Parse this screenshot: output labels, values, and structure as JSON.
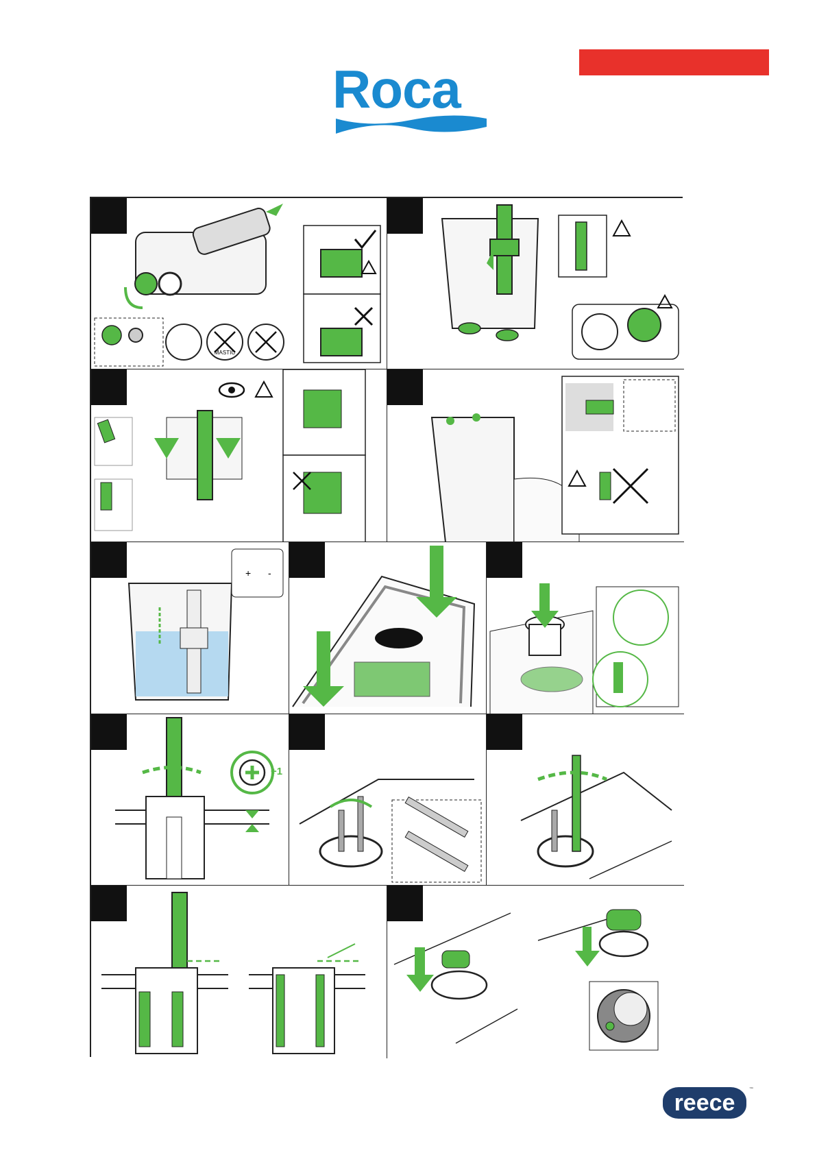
{
  "header": {
    "brand": "Roca",
    "brand_color": "#1a8ad0",
    "accent_bar_color": "#e8312b"
  },
  "footer": {
    "brand": "reece",
    "trademark": "™",
    "brand_color": "#1f3d6b"
  },
  "steps": [
    {
      "id": 1,
      "caption": "",
      "labels": [
        "MASTIC"
      ],
      "icons": [
        "valve-icon",
        "washer-icon",
        "check-icon",
        "warning-icon",
        "cross-icon",
        "muscle-icon",
        "no-mastic-icon",
        "no-wrench-icon"
      ]
    },
    {
      "id": 2,
      "caption": "",
      "labels": [],
      "icons": [
        "fill-valve-icon",
        "warning-icon",
        "wrench-icon",
        "rotate-icon"
      ]
    },
    {
      "id": 3,
      "caption": "",
      "labels": [],
      "icons": [
        "eye-icon",
        "warning-icon",
        "thumbs-up-icon",
        "cross-icon",
        "hands-icon"
      ]
    },
    {
      "id": 4,
      "caption": "",
      "labels": [],
      "icons": [
        "screw-icon",
        "wall-plug-icon",
        "warning-icon",
        "cross-icon"
      ]
    },
    {
      "id": 5,
      "caption": "",
      "labels": [
        "+",
        "-"
      ],
      "icons": [
        "float-adjust-icon",
        "water-level-icon"
      ]
    },
    {
      "id": 6,
      "caption": "",
      "labels": [],
      "icons": [
        "press-down-icon"
      ]
    },
    {
      "id": 7,
      "caption": "",
      "labels": [],
      "icons": [
        "push-button-socket-icon"
      ]
    },
    {
      "id": 8,
      "caption": "",
      "labels": [
        "+1"
      ],
      "icons": [
        "screwdriver-icon",
        "phillips-plus-icon",
        "gap-icon"
      ]
    },
    {
      "id": 9,
      "caption": "",
      "labels": [],
      "icons": [
        "threaded-rod-icon"
      ]
    },
    {
      "id": 10,
      "caption": "",
      "labels": [],
      "icons": [
        "screwdriver-icon",
        "rotate-icon"
      ]
    },
    {
      "id": 11,
      "caption": "",
      "labels": [],
      "icons": [
        "cut-rod-icon",
        "screwdriver-icon"
      ]
    },
    {
      "id": 12,
      "caption": "",
      "labels": [],
      "icons": [
        "push-button-icon",
        "press-down-icon"
      ]
    }
  ]
}
